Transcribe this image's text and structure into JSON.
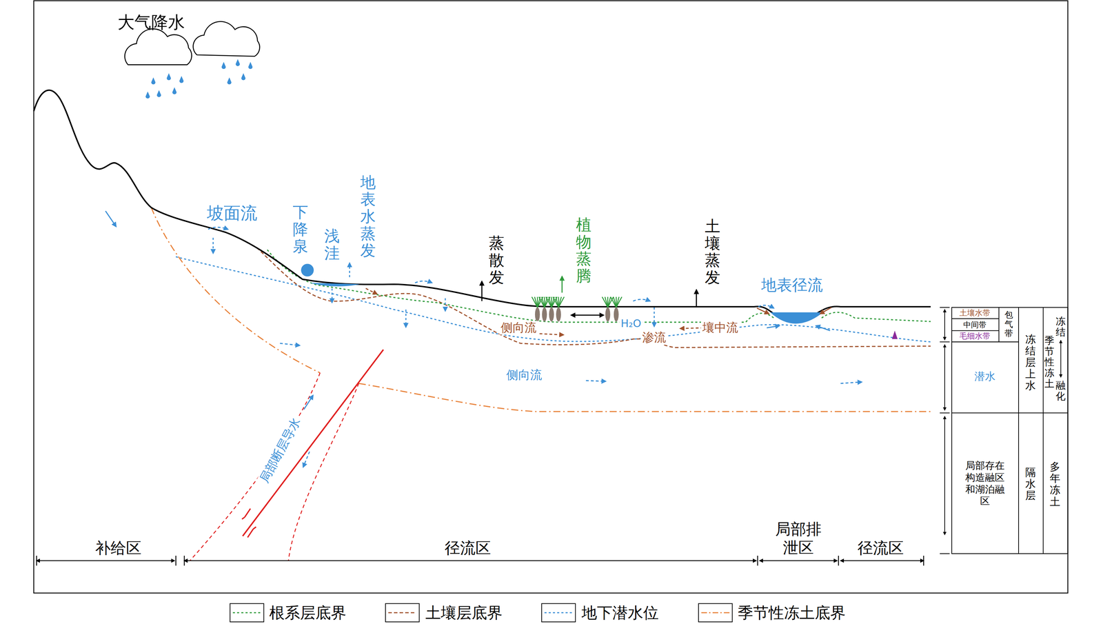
{
  "diagram": {
    "labels": [
      "大气降水",
      "坡面流",
      "下降泉",
      "浅洼",
      "地表水蒸发",
      "蒸散发",
      "植物蒸腾",
      "土壤蒸发",
      "地表径流",
      "侧向流",
      "H₂O",
      "渗流",
      "壤中流",
      "侧向流",
      "局部断层导水",
      "补给区",
      "径流区",
      "局部排泄区",
      "径流区",
      "土壤水带",
      "中间带",
      "毛细水带",
      "包气带",
      "潜水",
      "局部存在构造融区和湖泊融区",
      "冻结层上水",
      "隔水层",
      "冻结",
      "季节性冻土",
      "融化",
      "多年冻土"
    ],
    "legend": [
      {
        "text": "根系层底界"
      },
      {
        "text": "土壤层底界"
      },
      {
        "text": "地下潜水位"
      },
      {
        "text": "季节性冻土底界"
      }
    ]
  }
}
